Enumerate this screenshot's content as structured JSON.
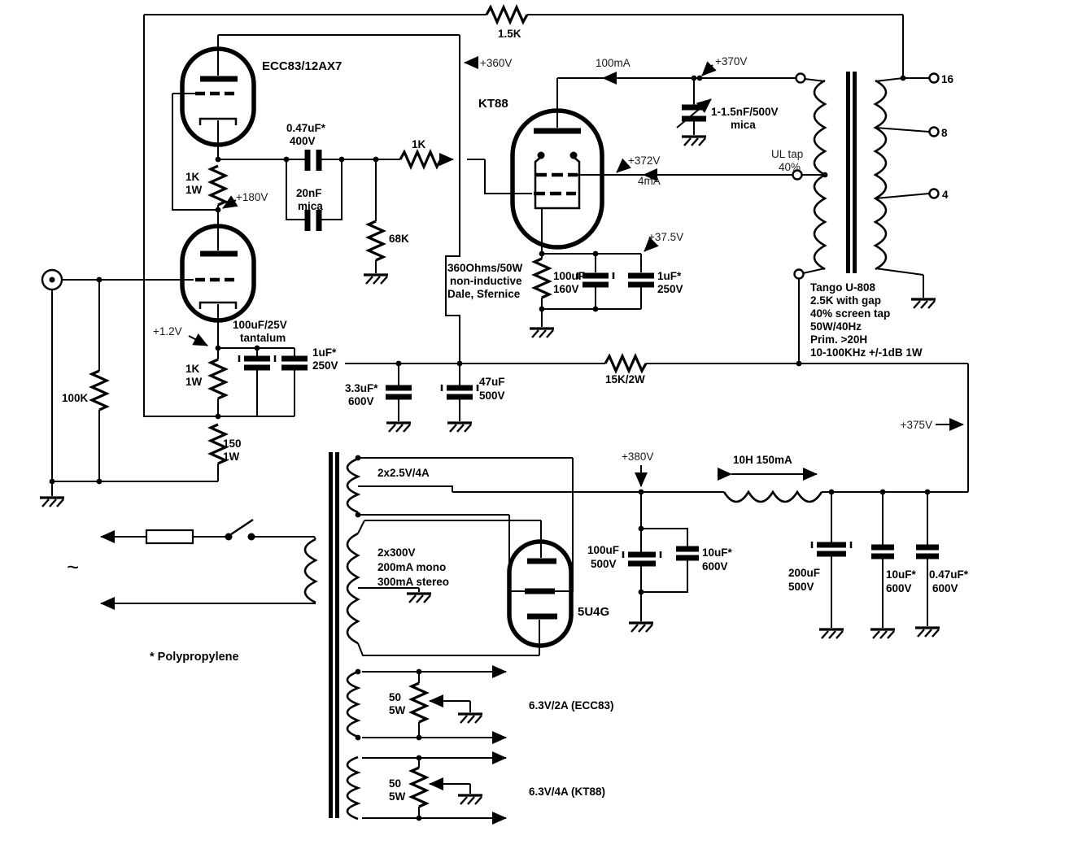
{
  "driver": {
    "tube": "ECC83/12AX7",
    "plate_v": "+360V",
    "srpp_r": "1K",
    "srpp_r_w": "1W",
    "srpp_v": "+180V",
    "in_r": "100K",
    "k_v": "+1.2V",
    "k_r": "1K",
    "k_r_w": "1W",
    "k_c1": "100uF/25V",
    "k_c1_type": "tantalum",
    "k_c2": "1uF*",
    "k_c2_v": "250V",
    "fb_r": "150",
    "fb_r_w": "1W"
  },
  "coupling": {
    "c1": "0.47uF*",
    "c1_v": "400V",
    "c2": "20nF",
    "c2_type": "mica",
    "leak_r": "68K",
    "stop_r": "1K"
  },
  "feedback": {
    "r": "1.5K"
  },
  "kt88": {
    "tube": "KT88",
    "plate_i": "100mA",
    "plate_v": "+370V",
    "snub_c": "1-1.5nF/500V",
    "snub_type": "mica",
    "screen_v": "+372V",
    "screen_i": "4mA",
    "k_v": "+37.5V",
    "k_r1": "360Ohms/50W",
    "k_r2": "non-inductive",
    "k_r3": "Dale, Sfernice",
    "k_c1": "100uF",
    "k_c1_v": "160V",
    "k_c2": "1uF*",
    "k_c2_v": "250V"
  },
  "opt": {
    "ul_tap": "UL tap",
    "ul_pct": "40%",
    "tap16": "16",
    "tap8": "8",
    "tap4": "4",
    "spec": [
      "Tango U-808",
      "2.5K with gap",
      "40% screen tap",
      "50W/40Hz",
      "Prim. >20H",
      "10-100KHz +/-1dB 1W"
    ]
  },
  "bplus": {
    "c1": "3.3uF*",
    "c1_v": "600V",
    "c2": "47uF",
    "c2_v": "500V",
    "r": "15K/2W",
    "v": "+375V"
  },
  "psu": {
    "w_fil": "2x2.5V/4A",
    "w_ht1": "2x300V",
    "w_ht2": "200mA mono",
    "w_ht3": "300mA stereo",
    "rect": "5U4G",
    "out_v": "+380V",
    "choke": "10H 150mA",
    "c1": "100uF",
    "c1_v": "500V",
    "c2": "10uF*",
    "c2_v": "600V",
    "c3": "200uF",
    "c3_v": "500V",
    "c4": "10uF*",
    "c4_v": "600V",
    "c5": "0.47uF*",
    "c5_v": "600V",
    "mains": "~",
    "note": "* Polypropylene"
  },
  "heaters": {
    "pot1": "50",
    "pot1_w": "5W",
    "out1": "6.3V/2A (ECC83)",
    "pot2": "50",
    "pot2_w": "5W",
    "out2": "6.3V/4A (KT88)"
  }
}
